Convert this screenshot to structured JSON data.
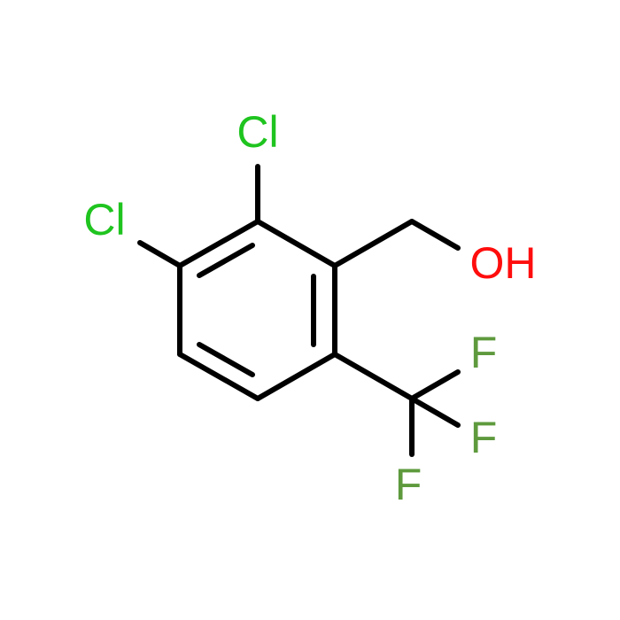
{
  "colors": {
    "bond": "#000000",
    "Cl": "#1fc41f",
    "O": "#ff0d0d",
    "F": "#5e9a3d"
  },
  "atoms": {
    "cl_top": {
      "label": "Cl",
      "element": "Cl"
    },
    "cl_left": {
      "label": "Cl",
      "element": "Cl"
    },
    "oh": {
      "label": "OH",
      "element": "O"
    },
    "f_top": {
      "label": "F",
      "element": "F"
    },
    "f_mid": {
      "label": "F",
      "element": "F"
    },
    "f_bottom": {
      "label": "F",
      "element": "F"
    }
  }
}
